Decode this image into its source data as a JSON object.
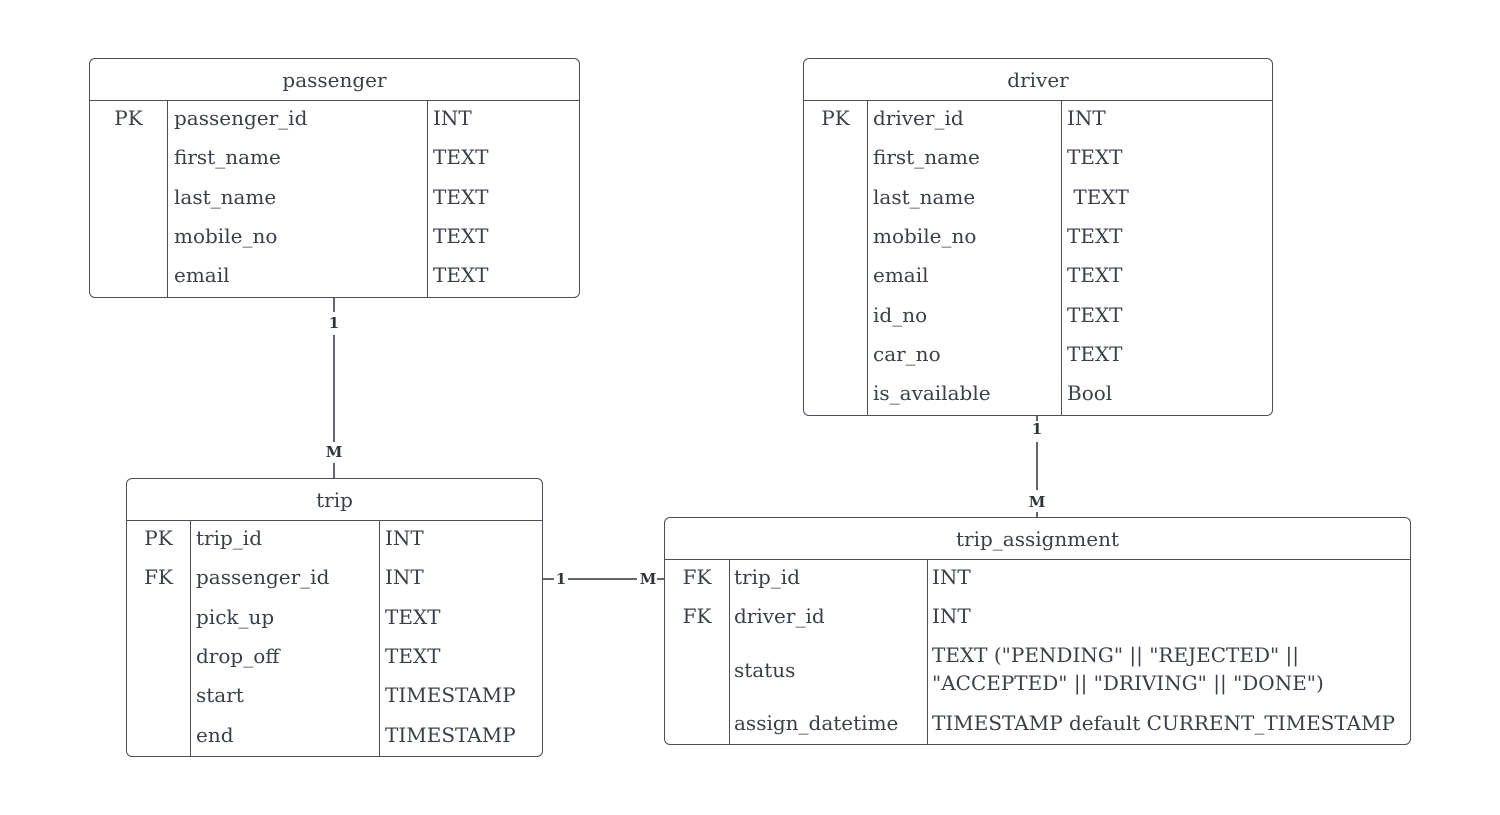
{
  "entities": {
    "passenger": {
      "name": "passenger",
      "rows": [
        {
          "key": "PK",
          "field": "passenger_id",
          "type": "INT"
        },
        {
          "key": "",
          "field": "first_name",
          "type": "TEXT"
        },
        {
          "key": "",
          "field": "last_name",
          "type": "TEXT"
        },
        {
          "key": "",
          "field": "mobile_no",
          "type": "TEXT"
        },
        {
          "key": "",
          "field": "email",
          "type": "TEXT"
        }
      ]
    },
    "driver": {
      "name": "driver",
      "rows": [
        {
          "key": "PK",
          "field": "driver_id",
          "type": "INT"
        },
        {
          "key": "",
          "field": "first_name",
          "type": "TEXT"
        },
        {
          "key": "",
          "field": "last_name",
          "type": " TEXT"
        },
        {
          "key": "",
          "field": "mobile_no",
          "type": "TEXT"
        },
        {
          "key": "",
          "field": "email",
          "type": "TEXT"
        },
        {
          "key": "",
          "field": "id_no",
          "type": "TEXT"
        },
        {
          "key": "",
          "field": "car_no",
          "type": "TEXT"
        },
        {
          "key": "",
          "field": "is_available",
          "type": "Bool"
        }
      ]
    },
    "trip": {
      "name": "trip",
      "rows": [
        {
          "key": "PK",
          "field": "trip_id",
          "type": "INT"
        },
        {
          "key": "FK",
          "field": "passenger_id",
          "type": "INT"
        },
        {
          "key": "",
          "field": "pick_up",
          "type": "TEXT"
        },
        {
          "key": "",
          "field": "drop_off",
          "type": "TEXT"
        },
        {
          "key": "",
          "field": "start",
          "type": "TIMESTAMP"
        },
        {
          "key": "",
          "field": "end",
          "type": "TIMESTAMP"
        }
      ]
    },
    "trip_assignment": {
      "name": "trip_assignment",
      "rows": [
        {
          "key": "FK",
          "field": "trip_id",
          "type": "INT"
        },
        {
          "key": "FK",
          "field": "driver_id",
          "type": "INT"
        },
        {
          "key": "",
          "field": "status",
          "type": "TEXT (\"PENDING\" || \"REJECTED\" ||",
          "type2": "\"ACCEPTED\" || \"DRIVING\" || \"DONE\")"
        },
        {
          "key": "",
          "field": "assign_datetime",
          "type": "TIMESTAMP default CURRENT_TIMESTAMP"
        }
      ]
    }
  },
  "relationships": {
    "passenger_trip": {
      "from": "1",
      "to": "M"
    },
    "driver_assignment": {
      "from": "1",
      "to": "M"
    },
    "trip_assignment": {
      "from": "1",
      "to": "M"
    }
  },
  "colors": {
    "line": "#4a4f58",
    "text": "#3a3f48"
  }
}
